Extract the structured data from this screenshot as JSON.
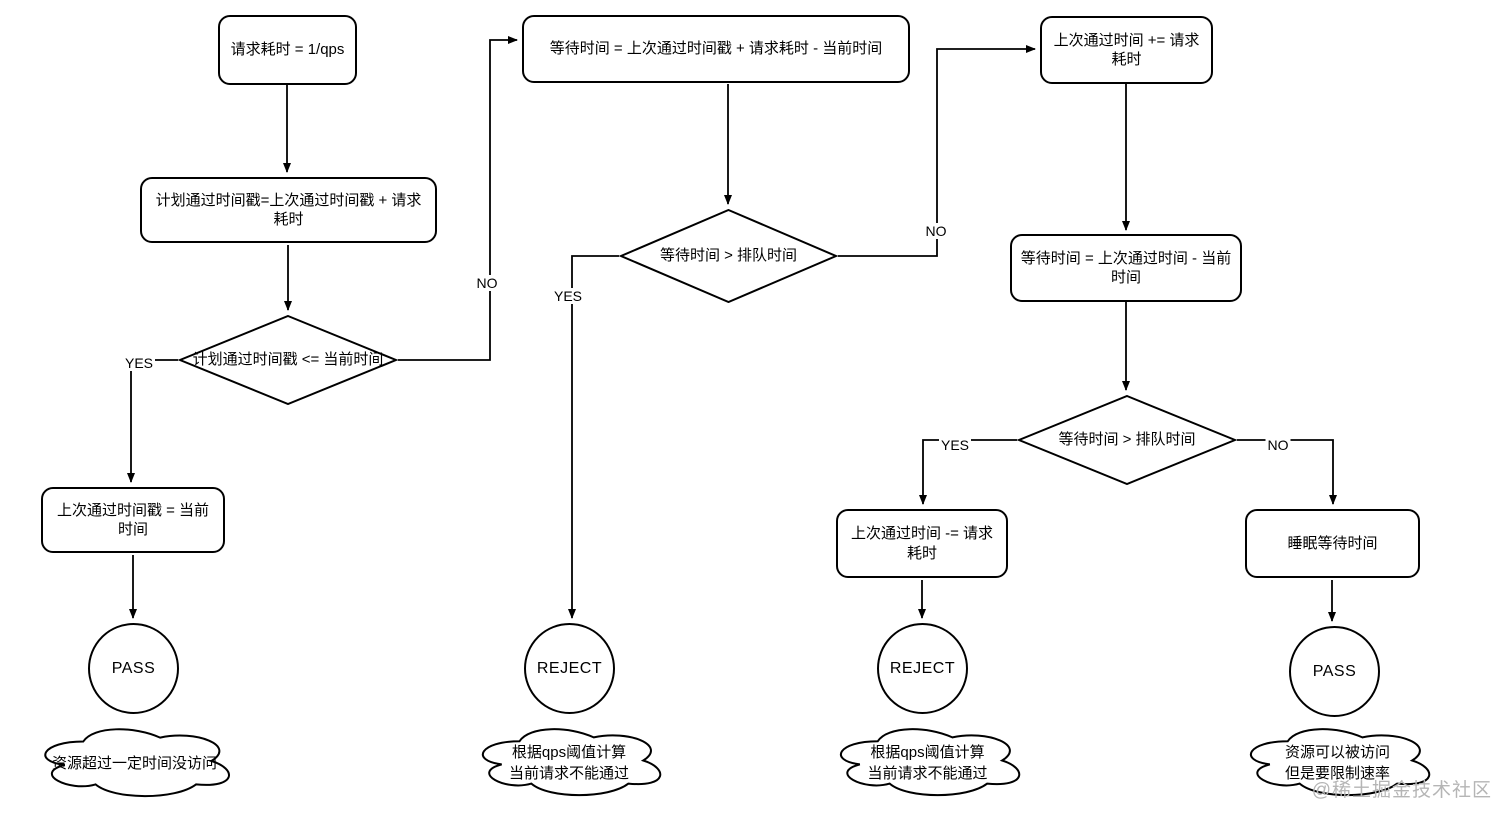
{
  "colors": {
    "stroke": "#000000",
    "fill": "#ffffff",
    "watermark_gray": "#b5b5b5"
  },
  "watermark": "@稀土掘金技术社区",
  "nodes": {
    "req_cost": {
      "label": "请求耗时 = 1/qps"
    },
    "plan_ts": {
      "label": "计划通过时间戳=上次通过时间戳 + 请求耗时"
    },
    "plan_le_now": {
      "label": "计划通过时间戳 <= 当前时间"
    },
    "last_ts_now": {
      "label": "上次通过时间戳 = 当前时间"
    },
    "pass_left": {
      "label": "PASS"
    },
    "cloud_left": {
      "lines": [
        "资源超过一定时间没访问"
      ]
    },
    "wait_calc_mid": {
      "label": "等待时间 = 上次通过时间戳 + 请求耗时 - 当前时间"
    },
    "wait_gt_queue_mid": {
      "label": "等待时间 > 排队时间"
    },
    "reject_mid": {
      "label": "REJECT"
    },
    "cloud_mid": {
      "lines": [
        "根据qps阈值计算",
        "当前请求不能通过"
      ]
    },
    "last_plus": {
      "label": "上次通过时间 += 请求耗时"
    },
    "wait_calc_right": {
      "label": "等待时间 = 上次通过时间 - 当前时间"
    },
    "wait_gt_queue_right": {
      "label": "等待时间 > 排队时间"
    },
    "last_minus": {
      "label": "上次通过时间 -= 请求耗时"
    },
    "reject_right": {
      "label": "REJECT"
    },
    "cloud_right_reject": {
      "lines": [
        "根据qps阈值计算",
        "当前请求不能通过"
      ]
    },
    "sleep_wait": {
      "label": "睡眠等待时间"
    },
    "pass_right": {
      "label": "PASS"
    },
    "cloud_right_pass": {
      "lines": [
        "资源可以被访问",
        "但是要限制速率"
      ]
    }
  },
  "edge_labels": {
    "yes1": "YES",
    "no1": "NO",
    "yes2": "YES",
    "no2": "NO",
    "yes3": "YES",
    "no3": "NO"
  }
}
